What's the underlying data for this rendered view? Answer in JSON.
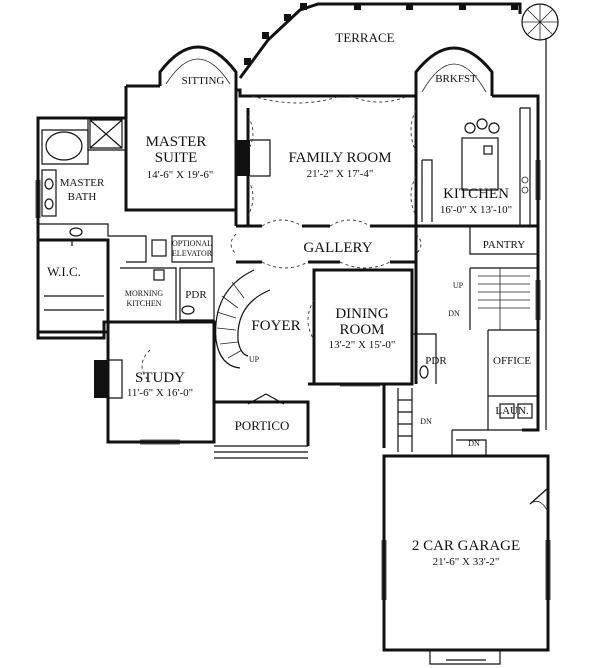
{
  "rooms": {
    "terrace": "TERRACE",
    "sitting": "SITTING",
    "brkfst": "BRKFST",
    "master_suite_1": "MASTER",
    "master_suite_2": "SUITE",
    "master_suite_dim": "14'-6\" X 19'-6\"",
    "master_bath_1": "MASTER",
    "master_bath_2": "BATH",
    "family_room": "FAMILY ROOM",
    "family_room_dim": "21'-2\" X 17'-4\"",
    "kitchen": "KITCHEN",
    "kitchen_dim": "16'-0\" X 13'-10\"",
    "gallery": "GALLERY",
    "pantry": "PANTRY",
    "wic": "W.I.C.",
    "optional_elevator_1": "OPTIONAL",
    "optional_elevator_2": "ELEVATOR",
    "morning_kitchen_1": "MORNING",
    "morning_kitchen_2": "KITCHEN",
    "pdr_1": "PDR",
    "foyer": "FOYER",
    "dining_1": "DINING",
    "dining_2": "ROOM",
    "dining_dim": "13'-2\" X 15'-0\"",
    "pdr_2": "PDR",
    "office": "OFFICE",
    "study": "STUDY",
    "study_dim": "11'-6\" X 16'-0\"",
    "portico": "PORTICO",
    "laun": "LAUN.",
    "garage": "2 CAR GARAGE",
    "garage_dim": "21'-6\" X 33'-2\""
  },
  "stair_labels": {
    "up_main": "UP",
    "up_back": "UP",
    "dn_back": "DN",
    "dn_garage_1": "DN",
    "dn_garage_2": "DN"
  }
}
